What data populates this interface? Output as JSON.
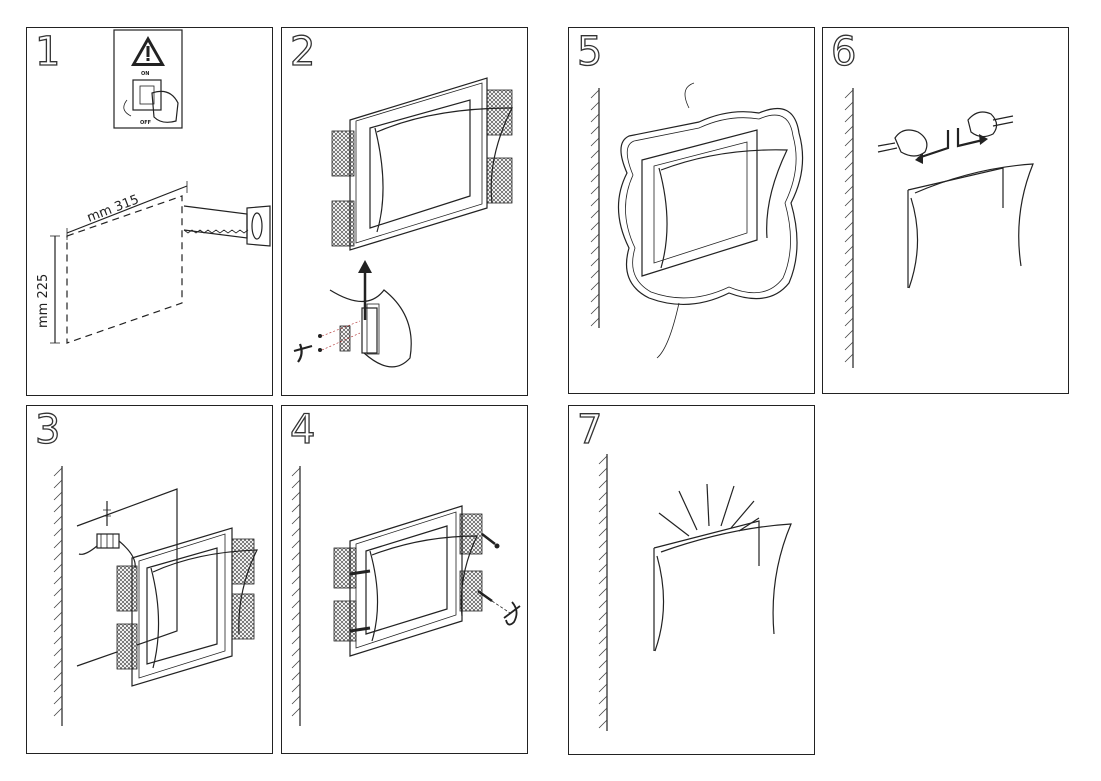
{
  "steps": [
    {
      "number": "1"
    },
    {
      "number": "2"
    },
    {
      "number": "3"
    },
    {
      "number": "4"
    },
    {
      "number": "5"
    },
    {
      "number": "6"
    },
    {
      "number": "7"
    }
  ],
  "dimensions": {
    "width_label": "mm 315",
    "height_label": "mm 225"
  },
  "switch_labels": {
    "on": "ON",
    "off": "OFF"
  },
  "icons": {
    "warning": "warning-triangle-icon",
    "saw": "hand-saw-icon",
    "screwdriver": "screwdriver-icon",
    "bulb": "halogen-bulb-icon"
  }
}
